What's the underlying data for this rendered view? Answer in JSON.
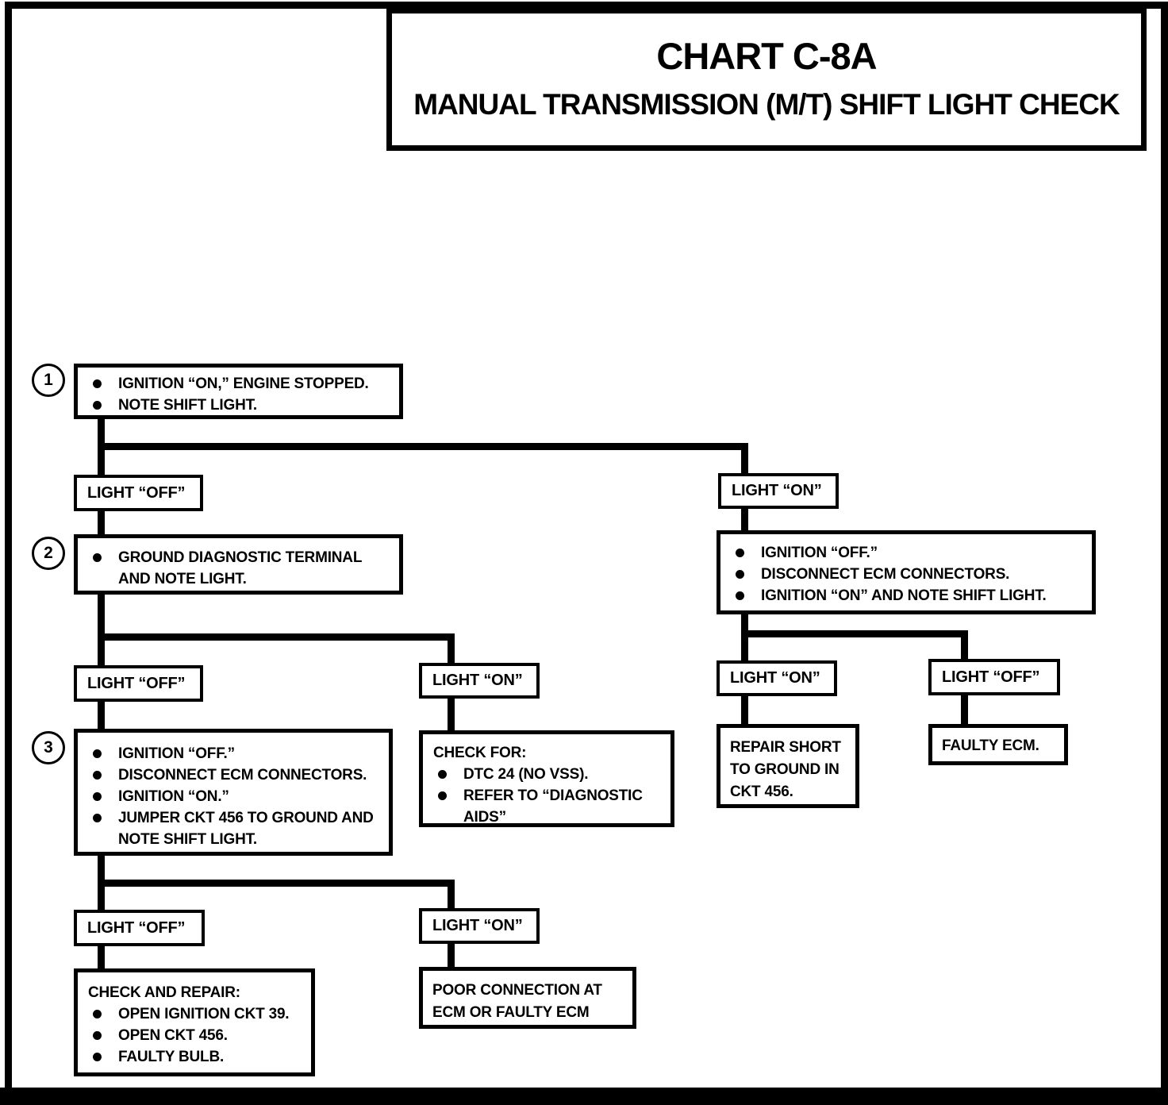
{
  "title": {
    "line1": "CHART C-8A",
    "line2": "MANUAL TRANSMISSION (M/T) SHIFT LIGHT CHECK"
  },
  "colors": {
    "ink": "#000000",
    "paper": "#ffffff"
  },
  "nodes": {
    "step1": {
      "number": "1",
      "bullets": [
        "IGNITION “ON,” ENGINE STOPPED.",
        "NOTE SHIFT LIGHT."
      ]
    },
    "light_off_1": {
      "label": "LIGHT “OFF”"
    },
    "light_on_1": {
      "label": "LIGHT “ON”"
    },
    "step2": {
      "number": "2",
      "bullets": [
        "GROUND DIAGNOSTIC TERMINAL AND NOTE LIGHT."
      ]
    },
    "step_right": {
      "bullets": [
        "IGNITION “OFF.”",
        "DISCONNECT ECM CONNECTORS.",
        "IGNITION “ON” AND NOTE SHIFT LIGHT."
      ]
    },
    "light_off_2": {
      "label": "LIGHT “OFF”"
    },
    "light_on_mid": {
      "label": "LIGHT “ON”"
    },
    "light_on_right": {
      "label": "LIGHT “ON”"
    },
    "light_off_right": {
      "label": "LIGHT “OFF”"
    },
    "step3": {
      "number": "3",
      "bullets": [
        "IGNITION “OFF.”",
        "DISCONNECT ECM CONNECTORS.",
        "IGNITION “ON.”",
        "JUMPER CKT 456 TO GROUND AND NOTE SHIFT LIGHT."
      ]
    },
    "check_for": {
      "header": "CHECK FOR:",
      "bullets": [
        "DTC 24 (NO VSS).",
        "REFER TO “DIAGNOSTIC AIDS”"
      ]
    },
    "repair_short": {
      "text": "REPAIR SHORT TO GROUND IN CKT 456."
    },
    "faulty_ecm": {
      "text": "FAULTY ECM."
    },
    "light_off_3": {
      "label": "LIGHT “OFF”"
    },
    "light_on_3": {
      "label": "LIGHT “ON”"
    },
    "check_repair": {
      "header": "CHECK AND REPAIR:",
      "bullets": [
        "OPEN IGNITION CKT 39.",
        "OPEN CKT 456.",
        "FAULTY BULB."
      ]
    },
    "poor_connection": {
      "text": "POOR CONNECTION AT ECM OR FAULTY ECM"
    }
  }
}
